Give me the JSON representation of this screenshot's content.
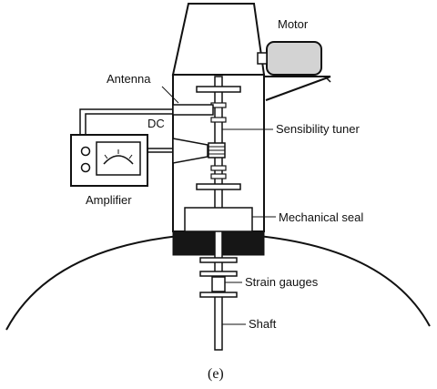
{
  "labels": {
    "motor": "Motor",
    "antenna": "Antenna",
    "dc": "DC",
    "sensibility_tuner": "Sensibility tuner",
    "amplifier": "Amplifier",
    "mechanical_seal": "Mechanical seal",
    "strain_gauges": "Strain gauges",
    "shaft": "Shaft"
  },
  "caption": "(e)",
  "colors": {
    "line": "#111111",
    "motor_fill": "#d3d3d3",
    "seal_band": "#161616",
    "background": "#ffffff"
  }
}
